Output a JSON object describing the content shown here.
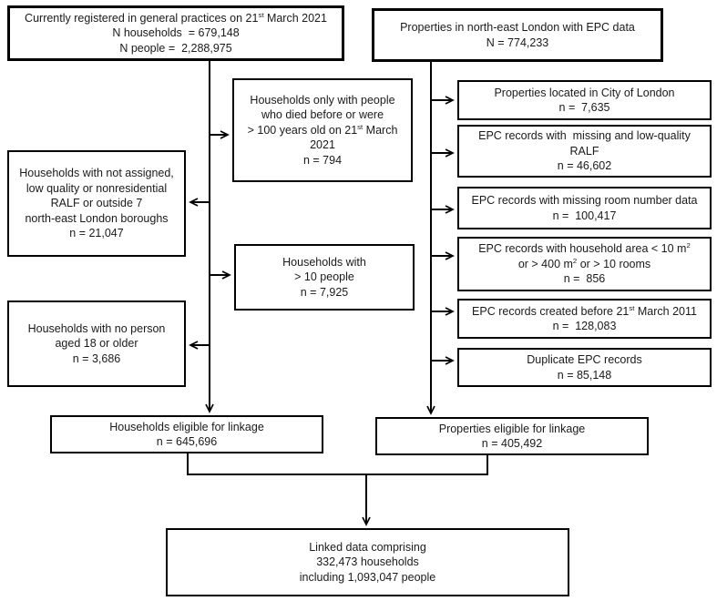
{
  "diagram": {
    "title": "Household and EPC property data linkage flowchart",
    "colors": {
      "background": "#ffffff",
      "line": "#000000",
      "text": "#1a1a1a"
    },
    "boxes": {
      "gp": {
        "lines": [
          [
            {
              "t": "Currently registered in general practices on 21"
            },
            {
              "t": "st",
              "sup": true
            },
            {
              "t": " March 2021"
            }
          ],
          "N households  = 679,148",
          "N people =  2,288,975"
        ]
      },
      "epc": {
        "lines": [
          "Properties in north-east London with EPC data",
          "N = 774,233"
        ]
      },
      "died": {
        "lines": [
          "Households only with people",
          "who died before or were",
          [
            {
              "t": "> 100 years old on 21"
            },
            {
              "t": "st",
              "sup": true
            },
            {
              "t": " March"
            }
          ],
          "2021",
          "n = 794"
        ]
      },
      "ralf": {
        "lines": [
          "Households with not assigned,",
          "low quality or nonresidential",
          "RALF or outside 7",
          "north-east London boroughs",
          "n = 21,047"
        ]
      },
      "tenplus": {
        "lines": [
          "Households with",
          "> 10 people",
          "n = 7,925"
        ]
      },
      "under18": {
        "lines": [
          "Households with no person",
          "aged 18 or older",
          "n = 3,686"
        ]
      },
      "city": {
        "lines": [
          "Properties located in City of London",
          "n =  7,635"
        ]
      },
      "lowralf": {
        "lines": [
          "EPC records with  missing and low-quality",
          "RALF",
          "n = 46,602"
        ]
      },
      "roomnum": {
        "lines": [
          "EPC records with missing room number data",
          "n =  100,417"
        ]
      },
      "area": {
        "lines": [
          [
            {
              "t": "EPC records with household area < 10 m"
            },
            {
              "t": "2",
              "sup": true
            }
          ],
          [
            {
              "t": "or > 400 m"
            },
            {
              "t": "2",
              "sup": true
            },
            {
              "t": " or > 10 rooms"
            }
          ],
          "n =  856"
        ]
      },
      "before2011": {
        "lines": [
          [
            {
              "t": "EPC records created before 21"
            },
            {
              "t": "st",
              "sup": true
            },
            {
              "t": " March 2011"
            }
          ],
          "n =  128,083"
        ]
      },
      "dup": {
        "lines": [
          "Duplicate EPC records",
          "n = 85,148"
        ]
      },
      "hh_eligible": {
        "lines": [
          "Households eligible for linkage",
          "n = 645,696"
        ]
      },
      "prop_eligible": {
        "lines": [
          "Properties eligible for linkage",
          "n = 405,492"
        ]
      },
      "linked": {
        "lines": [
          "Linked data comprising",
          "332,473 households",
          "including 1,093,047 people"
        ]
      }
    }
  }
}
